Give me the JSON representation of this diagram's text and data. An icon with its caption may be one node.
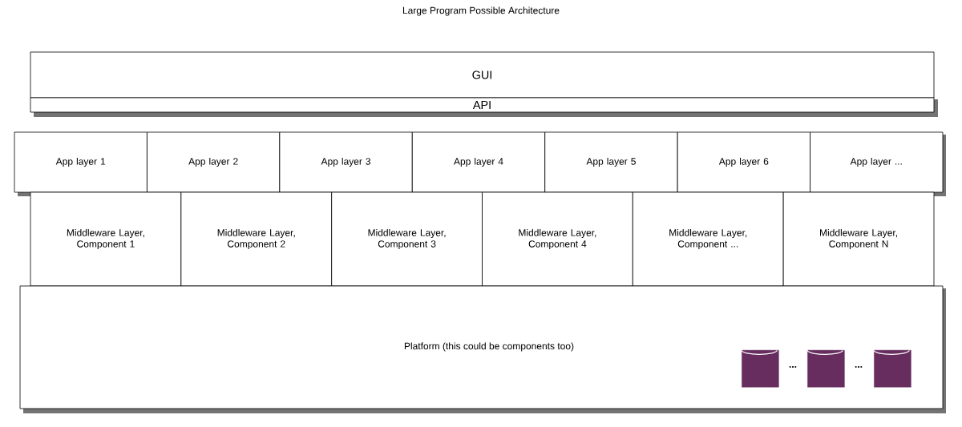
{
  "diagram": {
    "title": "Large Program Possible Architecture",
    "nodes": [
      {
        "text": [
          "GUI"
        ]
      },
      {
        "text": [
          "API"
        ]
      },
      {
        "text": [
          "App layer 1"
        ]
      },
      {
        "text": [
          "App layer 2"
        ]
      },
      {
        "text": [
          "App layer 3"
        ]
      },
      {
        "text": [
          "App layer 4"
        ]
      },
      {
        "text": [
          "App layer 5"
        ]
      },
      {
        "text": [
          "App layer 6"
        ]
      },
      {
        "text": [
          "App layer ..."
        ]
      },
      {
        "text": [
          "Middleware Layer, Component 1"
        ]
      },
      {
        "text": [
          "Middleware Layer, Component 2"
        ]
      },
      {
        "text": [
          "Middleware Layer, Component 3"
        ]
      },
      {
        "text": [
          "Middleware Layer, Component 4"
        ]
      },
      {
        "text": [
          "Middleware Layer, Component ..."
        ]
      },
      {
        "text": [
          "Middleware Layer, Component N"
        ]
      },
      {
        "text": [
          "Platform (this could be components too)"
        ]
      },
      {
        "text": [],
        "shape": "cylinder",
        "in": 15
      },
      {
        "text": [],
        "shape": "cylinder",
        "in": 15
      },
      {
        "text": [],
        "shape": "cylinder",
        "in": 15
      }
    ],
    "labels": [
      "...",
      "..."
    ]
  }
}
